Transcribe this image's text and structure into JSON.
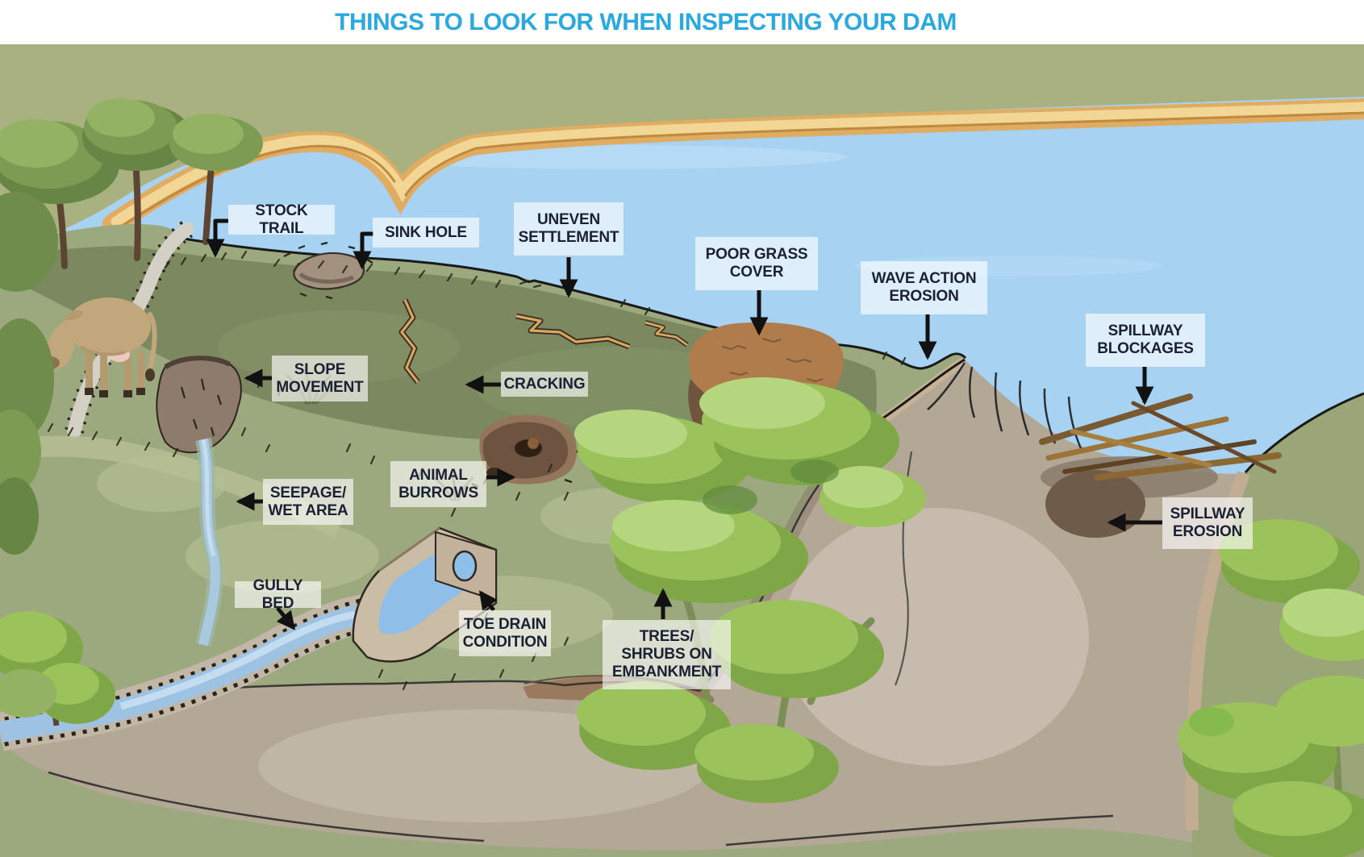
{
  "title": "THINGS TO LOOK FOR WHEN INSPECTING YOUR DAM",
  "colors": {
    "title": "#2AA9E0",
    "water": "#A7D2F2",
    "label_background": "rgba(255,255,255,0.63)",
    "label_text": "#1B2134",
    "arrow": "#111111",
    "grass_main": "#9CA87D",
    "shoreline_tan": "#DFAC61",
    "gully_grey": "#B3A795",
    "tree_green": "#9CC25B"
  },
  "labels": [
    {
      "id": "stock-trail",
      "text": "STOCK TRAIL"
    },
    {
      "id": "sink-hole",
      "text": "SINK HOLE"
    },
    {
      "id": "uneven-settlement",
      "text": "UNEVEN\nSETTLEMENT"
    },
    {
      "id": "poor-grass-cover",
      "text": "POOR GRASS\nCOVER"
    },
    {
      "id": "wave-action-erosion",
      "text": "WAVE ACTION\nEROSION"
    },
    {
      "id": "spillway-blockages",
      "text": "SPILLWAY\nBLOCKAGES"
    },
    {
      "id": "slope-movement",
      "text": "SLOPE\nMOVEMENT"
    },
    {
      "id": "cracking",
      "text": "CRACKING"
    },
    {
      "id": "animal-burrows",
      "text": "ANIMAL\nBURROWS"
    },
    {
      "id": "seepage-wet-area",
      "text": "SEEPAGE/\nWET AREA"
    },
    {
      "id": "spillway-erosion",
      "text": "SPILLWAY\nEROSION"
    },
    {
      "id": "gully-bed",
      "text": "GULLY BED"
    },
    {
      "id": "toe-drain-condition",
      "text": "TOE DRAIN\nCONDITION"
    },
    {
      "id": "trees-shrubs",
      "text": "TREES/\nSHRUBS ON\nEMBANKMENT"
    }
  ]
}
